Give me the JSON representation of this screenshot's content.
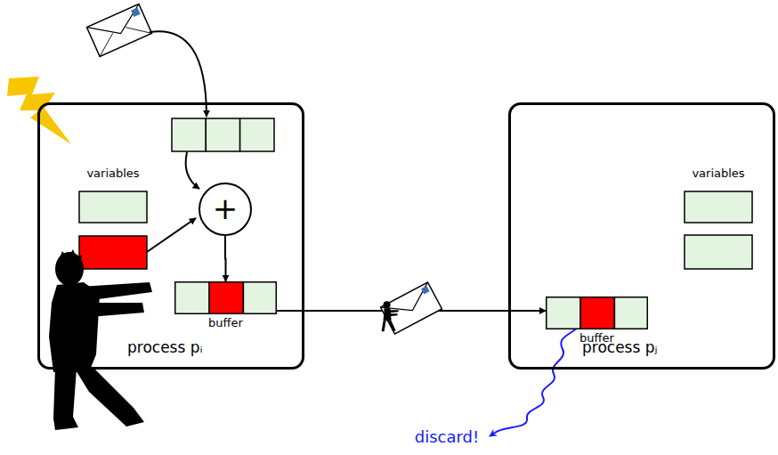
{
  "diagram": {
    "nodes": [
      {
        "text": [
          "process pᵢ"
        ]
      },
      {
        "text": [
          "+"
        ],
        "in": 0
      },
      {
        "text": [
          "buffer"
        ],
        "in": 0
      },
      {
        "text": [
          "process pⱼ"
        ]
      },
      {
        "text": [
          "buffer"
        ],
        "in": 3
      }
    ],
    "edges": [
      {
        "from": 1,
        "to": 2,
        "arrow": "to"
      },
      {
        "from": 2,
        "to": 4,
        "arrow": "to"
      }
    ],
    "labels": [
      "variables",
      "variables",
      "discard!"
    ]
  }
}
